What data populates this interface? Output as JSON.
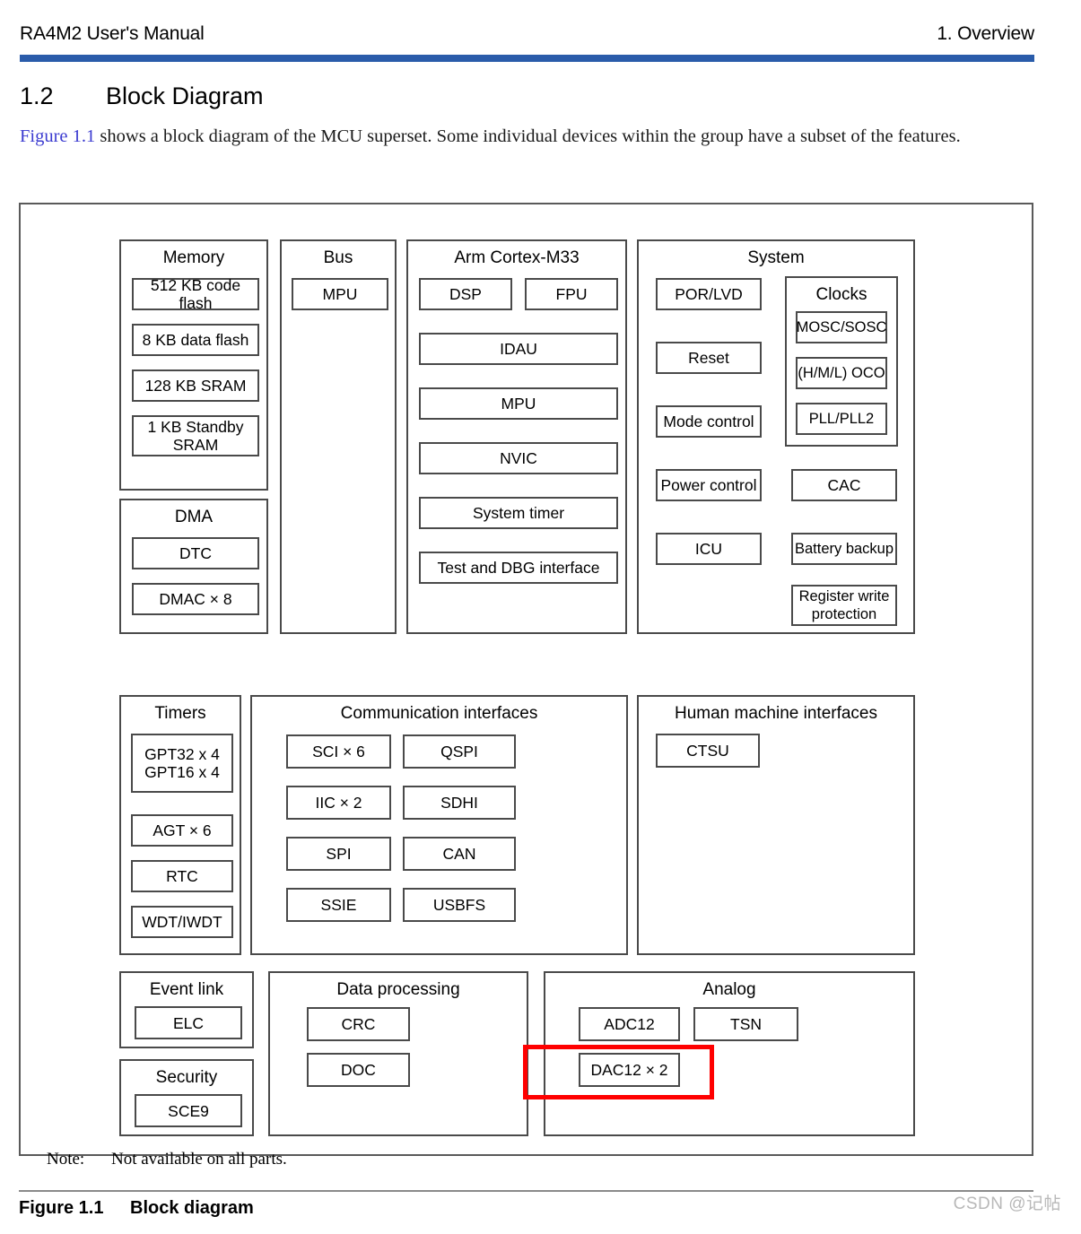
{
  "header": {
    "manual_title": "RA4M2 User's Manual",
    "chapter": "1. Overview",
    "rule_color": "#2a5caa"
  },
  "section": {
    "number": "1.2",
    "title": "Block Diagram"
  },
  "intro": {
    "link_text": "Figure 1.1",
    "body_text": " shows a block diagram of the MCU superset. Some individual devices within the group have a subset of the features.",
    "link_color": "#3b3bd0"
  },
  "diagram": {
    "groups": {
      "memory": {
        "title": "Memory",
        "items": [
          "512 KB code flash",
          "8 KB data flash",
          "128 KB SRAM",
          "1 KB Standby\nSRAM"
        ],
        "item_labels": {
          "code_flash": "512 KB code flash",
          "data_flash": "8 KB data flash",
          "sram": "128 KB SRAM",
          "standby_sram_line1": "1 KB Standby",
          "standby_sram_line2": "SRAM"
        }
      },
      "dma": {
        "title": "DMA",
        "items": [
          "DTC",
          "DMAC × 8"
        ]
      },
      "bus": {
        "title": "Bus",
        "items": [
          "MPU"
        ]
      },
      "cortex": {
        "title": "Arm Cortex-M33",
        "items": [
          "DSP",
          "FPU",
          "IDAU",
          "MPU",
          "NVIC",
          "System timer",
          "Test and DBG interface"
        ]
      },
      "system": {
        "title": "System",
        "left_items": [
          "POR/LVD",
          "Reset",
          "Mode control",
          "Power control",
          "ICU"
        ],
        "right_items": [
          "CAC",
          "Battery backup",
          "Register write\nprotection"
        ],
        "right_item_labels": {
          "cac": "CAC",
          "battery_backup": "Battery backup",
          "reg_write_line1": "Register write",
          "reg_write_line2": "protection"
        },
        "clocks": {
          "title": "Clocks",
          "items": [
            "MOSC/SOSC",
            "(H/M/L) OCO",
            "PLL/PLL2"
          ]
        }
      },
      "timers": {
        "title": "Timers",
        "items": [
          "GPT32 x 4\nGPT16 x 4",
          "AGT × 6",
          "RTC",
          "WDT/IWDT"
        ],
        "item_labels": {
          "gpt_line1": "GPT32 x 4",
          "gpt_line2": "GPT16 x 4",
          "agt": "AGT × 6",
          "rtc": "RTC",
          "wdt": "WDT/IWDT"
        }
      },
      "comm": {
        "title": "Communication interfaces",
        "col1": [
          "SCI × 6",
          "IIC × 2",
          "SPI",
          "SSIE"
        ],
        "col2": [
          "QSPI",
          "SDHI",
          "CAN",
          "USBFS"
        ]
      },
      "hmi": {
        "title": "Human machine interfaces",
        "items": [
          "CTSU"
        ]
      },
      "event_link": {
        "title": "Event link",
        "items": [
          "ELC"
        ]
      },
      "security": {
        "title": "Security",
        "items": [
          "SCE9"
        ]
      },
      "data_processing": {
        "title": "Data processing",
        "items": [
          "CRC",
          "DOC"
        ]
      },
      "analog": {
        "title": "Analog",
        "items": [
          "ADC12",
          "TSN",
          "DAC12 × 2"
        ],
        "item_labels": {
          "adc12": "ADC12",
          "tsn": "TSN",
          "dac12": "DAC12 × 2"
        }
      }
    },
    "annotation": {
      "color": "#ff0000",
      "target": "DAC12 × 2"
    },
    "note": {
      "label": "Note:",
      "text": "Not available on all parts."
    }
  },
  "caption": {
    "number": "Figure 1.1",
    "text": "Block diagram"
  },
  "watermark": {
    "text": "CSDN @记帖"
  }
}
